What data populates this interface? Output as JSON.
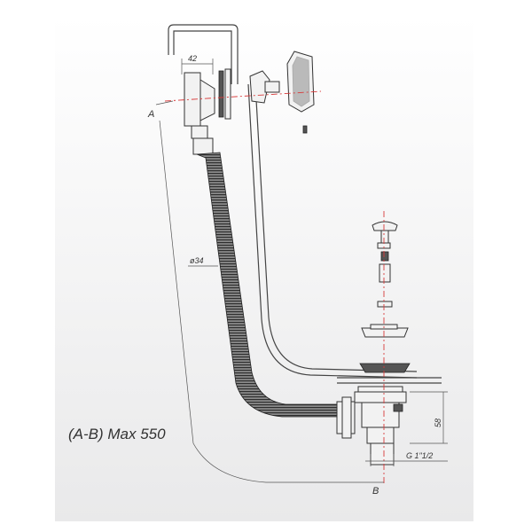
{
  "colors": {
    "background_gradient_top": "#ffffff",
    "background_gradient_bottom": "#e9e9ea",
    "centerline": "#d83a3a",
    "line": "#333333"
  },
  "labels": {
    "point_a": "A",
    "point_b": "B",
    "overflow_width": "42",
    "hose_diameter": "ø34",
    "waste_height": "58",
    "thread_size": "G 1\"1/2",
    "max_length": "(A-B) Max 550"
  }
}
